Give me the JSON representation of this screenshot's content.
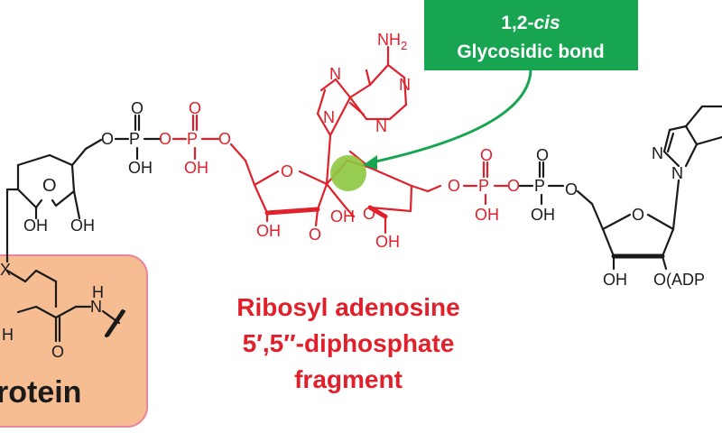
{
  "callout": {
    "line1_prefix": "1,2-",
    "line1_italic": "cis",
    "line2": "Glycosidic bond",
    "bg_color": "#18a552"
  },
  "caption": {
    "line1": "Ribosyl adenosine",
    "line2": "5′,5″-diphosphate",
    "line3": "fragment",
    "color": "#e0202a"
  },
  "protein_box": {
    "label": "rotein",
    "bg_color": "#f6bd93",
    "border_color": "#e9859a"
  },
  "atoms": {
    "nh2": "NH",
    "nh2_sub": "2",
    "n": "N",
    "o": "O",
    "p": "P",
    "oh": "OH",
    "x": "X",
    "h": "H",
    "nh": "N",
    "o_adp": "O(ADP"
  },
  "colors": {
    "black": "#1a1a1a",
    "red": "#e0202a",
    "highlight": "#8cc63f",
    "arrow": "#18a552"
  }
}
